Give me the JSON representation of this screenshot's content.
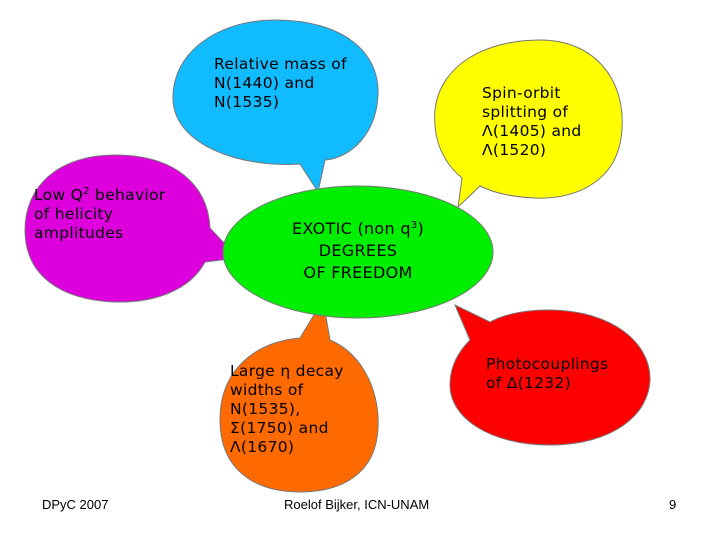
{
  "nodes": {
    "center": {
      "line1_pre": "EXOTIC (non q",
      "line1_sup": "3",
      "line1_post": ")",
      "line2": "DEGREES",
      "line3": "OF FREEDOM",
      "color": "#00ee00"
    },
    "relative_mass": {
      "lines": [
        "Relative mass of",
        "N(1440) and",
        "N(1535)"
      ],
      "color": "#11bbff"
    },
    "spin_orbit": {
      "lines": [
        "Spin-orbit",
        "splitting of",
        "Λ(1405) and",
        "Λ(1520)"
      ],
      "color": "#ffff00"
    },
    "low_q2": {
      "line1_pre": "Low Q",
      "line1_sup": "2",
      "line1_post": " behavior",
      "line2": "of helicity",
      "line3": "amplitudes",
      "color": "#dd00dd"
    },
    "large_eta": {
      "lines": [
        "Large η decay",
        "widths of",
        "N(1535),",
        "Σ(1750) and",
        "Λ(1670)"
      ],
      "color": "#ff6a00"
    },
    "photocouplings": {
      "lines": [
        "Photocouplings",
        "of Δ(1232)"
      ],
      "color": "#ff0000"
    }
  },
  "footer": {
    "left": "DPyC 2007",
    "center": "Roelof Bijker, ICN-UNAM",
    "page_number": "9"
  }
}
